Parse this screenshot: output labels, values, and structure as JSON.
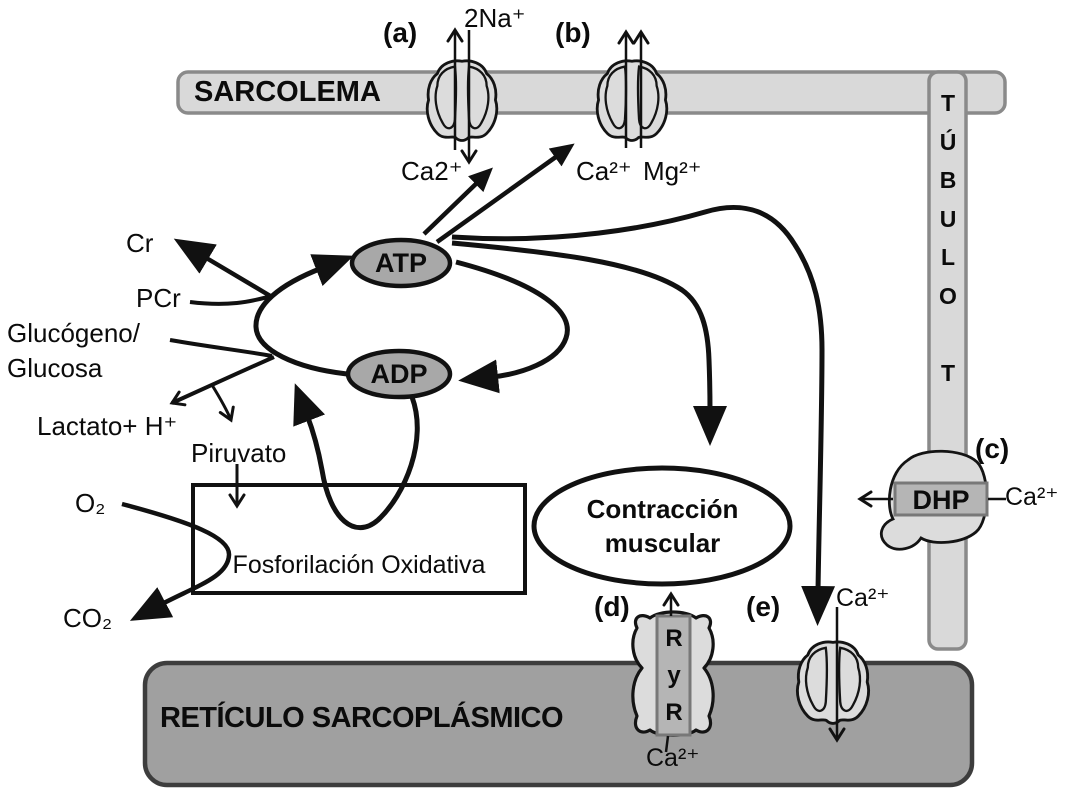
{
  "membranes": {
    "sarcolemma": "SARCOLEMA",
    "t_tubule": "T\nÚ\nB\nU\nL\nO\n\nT",
    "sarcoplasmic_reticulum": "RETÍCULO SARCOPLÁSMICO"
  },
  "channel_labels": {
    "a": "(a)",
    "b": "(b)",
    "c": "(c)",
    "d": "(d)",
    "e": "(e)"
  },
  "receptors": {
    "dhp": "DHP",
    "ryr": "R\ny\nR"
  },
  "ions": {
    "na_channel_a": "2Na⁺",
    "ca_channel_a": "Ca2⁺",
    "ca_channel_b": "Ca²⁺",
    "mg_channel_b": "Mg²⁺",
    "ca_dhp": "Ca²⁺",
    "ca_ryr": "Ca²⁺",
    "ca_serca": "Ca²⁺"
  },
  "metabolism": {
    "atp": "ATP",
    "adp": "ADP",
    "creatine": "Cr",
    "phosphocreatine": "PCr",
    "glycogen_glucose": "Glucógeno/\nGlucosa",
    "lactate": "Lactato+ H⁺",
    "pyruvate": "Piruvato",
    "oxygen": "O₂",
    "carbon_dioxide": "CO₂",
    "oxidative_phosphorylation": "Fosforilación Oxidativa",
    "muscle_contraction": "Contracción\nmuscular"
  },
  "colors": {
    "membrane_fill": "#d9d9d9",
    "membrane_border": "#8a8a8a",
    "sr_fill": "#a0a0a0",
    "sr_border": "#3d3d3d",
    "nucleotide_fill": "#a8a8a8",
    "channel_fill": "#dcdcdc",
    "receptor_box_fill": "#b5b5b5",
    "receptor_box_border": "#787878",
    "line": "#111111",
    "background": "#ffffff"
  }
}
